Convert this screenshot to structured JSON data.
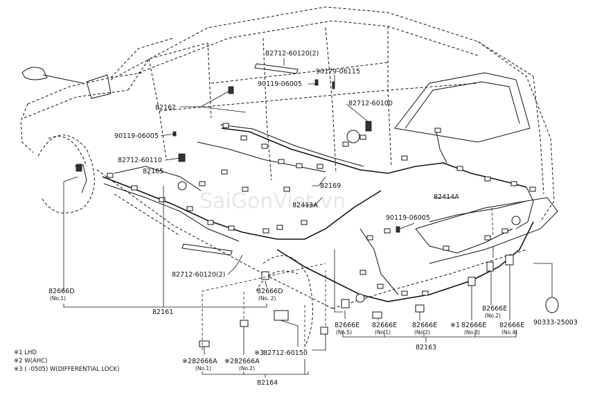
{
  "watermark": "SaiGonViet.vn",
  "part_labels": [
    {
      "id": "p-82712-60120-2-top",
      "text": "82712-60120(2)"
    },
    {
      "id": "p-90179-06115",
      "text": "90179-06115"
    },
    {
      "id": "p-90119-06005-top",
      "text": "90119-06005"
    },
    {
      "id": "p-82712-60100",
      "text": "82712-60100"
    },
    {
      "id": "p-82162",
      "text": "82162"
    },
    {
      "id": "p-90119-06005-left",
      "text": "90119-06005"
    },
    {
      "id": "p-82712-60110",
      "text": "82712-60110"
    },
    {
      "id": "p-82165",
      "text": "82165"
    },
    {
      "id": "p-82169",
      "text": "82169"
    },
    {
      "id": "p-82413a",
      "text": "82413A"
    },
    {
      "id": "p-82414a",
      "text": "82414A"
    },
    {
      "id": "p-90119-06005-right",
      "text": "90119-06005"
    },
    {
      "id": "p-82712-60120-2-bottom",
      "text": "82712-60120(2)"
    },
    {
      "id": "p-82666d-no1",
      "text": "82666D",
      "sub": "(No.1)"
    },
    {
      "id": "p-82666d-no2",
      "text": "82666D",
      "sub": "(No. 2)"
    },
    {
      "id": "p-82161",
      "text": "82161"
    },
    {
      "id": "p-82666e-no5",
      "text": "82666E",
      "sub": "(No.5)"
    },
    {
      "id": "p-82666e-no1",
      "text": "82666E",
      "sub": "(No.1)"
    },
    {
      "id": "p-82666e-no2",
      "text": "82666E",
      "sub": "(No.2)"
    },
    {
      "id": "p-82666e-no3",
      "text": "82666E",
      "sub": "(No.3)",
      "prefix": "※1"
    },
    {
      "id": "p-82666e-no2b",
      "text": "82666E",
      "sub": "(No.2)"
    },
    {
      "id": "p-82666e-no4",
      "text": "82666E",
      "sub": "(No.4)"
    },
    {
      "id": "p-90333-25003",
      "text": "90333-25003"
    },
    {
      "id": "p-82163",
      "text": "82163"
    },
    {
      "id": "p-82712-60150",
      "text": "82712-60150",
      "prefix": "※3"
    },
    {
      "id": "p-82666a-no1",
      "text": "82666A",
      "sub": "(No.1)",
      "prefix": "※2"
    },
    {
      "id": "p-82666a-no2",
      "text": "82666A",
      "sub": "(No.2)",
      "prefix": "※2"
    },
    {
      "id": "p-82164",
      "text": "82164"
    }
  ],
  "footnotes": [
    "※1 LHD",
    "※2 W(AHC)",
    "※3 (      -0505) W(DIFFERENTIAL LOCK)"
  ]
}
